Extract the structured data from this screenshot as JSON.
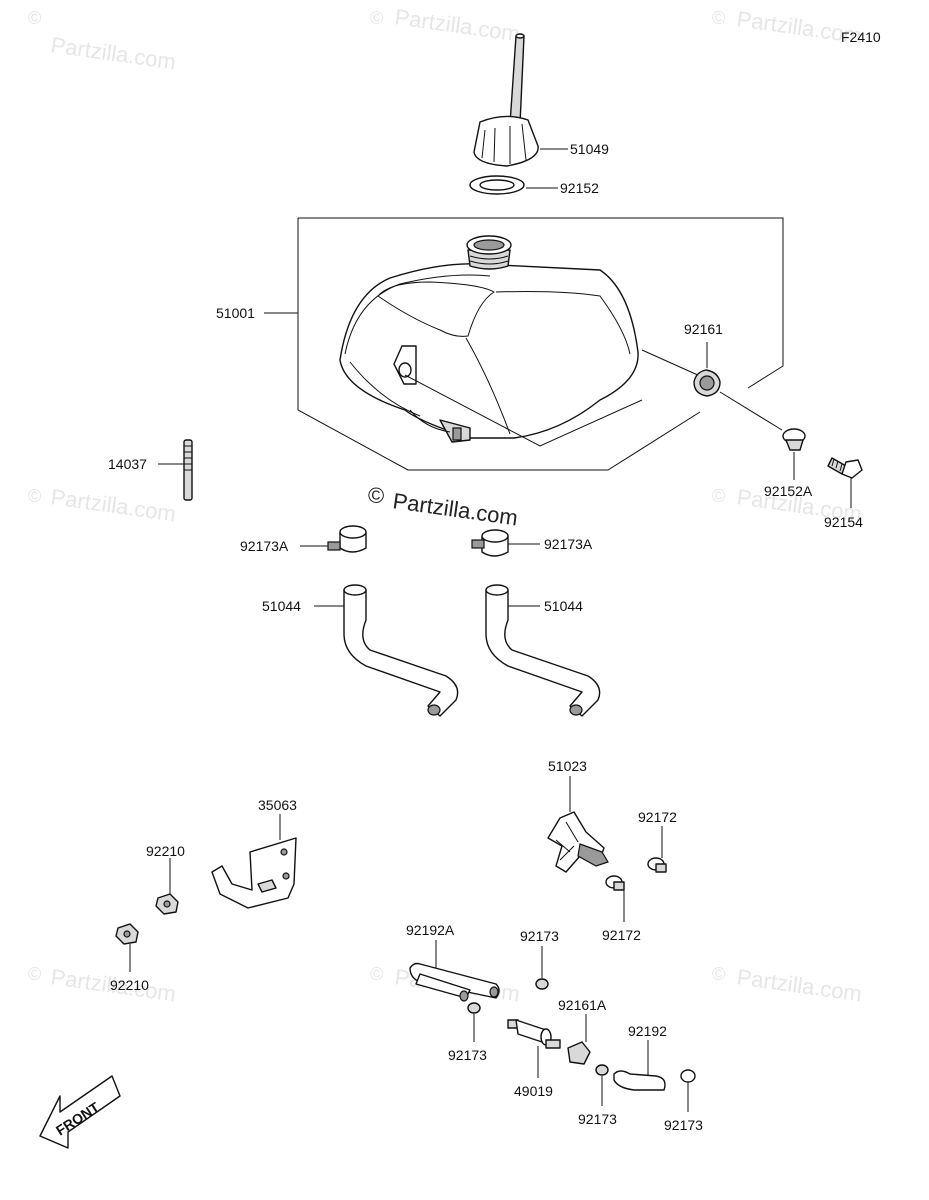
{
  "figure_code": "F2410",
  "watermark": {
    "brand": "Partzilla.com",
    "symbol": "©"
  },
  "labels": {
    "p51049": "51049",
    "p92152": "92152",
    "p51001": "51001",
    "p92161": "92161",
    "p92152A": "92152A",
    "p92154": "92154",
    "p14037": "14037",
    "p92173A_left": "92173A",
    "p92173A_right": "92173A",
    "p51044_left": "51044",
    "p51044_right": "51044",
    "p51023": "51023",
    "p35063": "35063",
    "p92172_upper": "92172",
    "p92172_lower": "92172",
    "p92210_upper": "92210",
    "p92210_lower": "92210",
    "p92192A": "92192A",
    "p92173_mid": "92173",
    "p92161A": "92161A",
    "p92192": "92192",
    "p92173_left": "92173",
    "p49019": "49019",
    "p92173_bottom": "92173",
    "p92173_right": "92173"
  },
  "front_arrow": "FRONT"
}
